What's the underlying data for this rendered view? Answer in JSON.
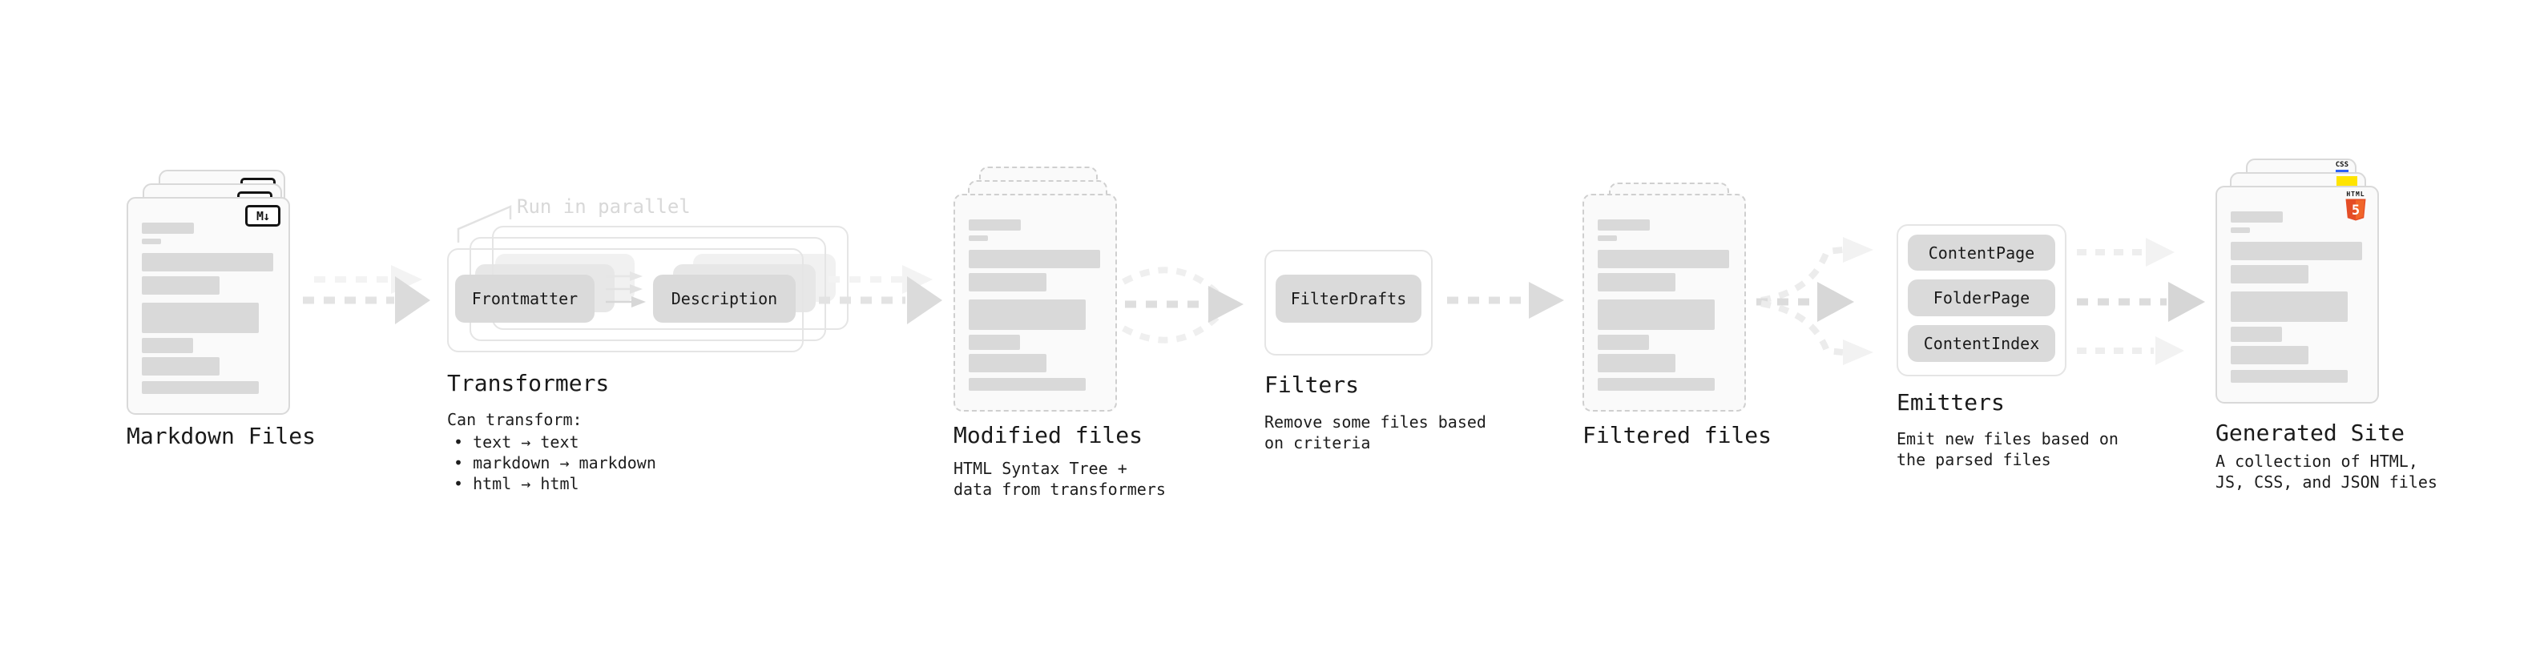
{
  "stages": {
    "markdown": {
      "label": "Markdown Files",
      "badge": "M↓"
    },
    "transformers": {
      "note": "Run in parallel",
      "chips": [
        "Frontmatter",
        "Description"
      ],
      "label": "Transformers",
      "intro": "Can transform:",
      "bullets": [
        "• text → text",
        "• markdown → markdown",
        "• html → html"
      ]
    },
    "modified": {
      "label": "Modified files",
      "desc": [
        "HTML Syntax Tree +",
        "data from transformers"
      ]
    },
    "filters": {
      "chips": [
        "FilterDrafts"
      ],
      "label": "Filters",
      "desc": [
        "Remove some files based",
        "on criteria"
      ]
    },
    "filtered": {
      "label": "Filtered files"
    },
    "emitters": {
      "chips": [
        "ContentPage",
        "FolderPage",
        "ContentIndex"
      ],
      "label": "Emitters",
      "desc": [
        "Emit new files based on",
        "the parsed files"
      ]
    },
    "generated": {
      "label": "Generated Site",
      "desc": [
        "A collection of HTML,",
        "JS, CSS, and JSON files"
      ],
      "badges": {
        "html_text": "HTML",
        "html_number": "5",
        "css": "CSS"
      }
    }
  },
  "colors": {
    "text_dark": "#1a1a1a",
    "placeholder_gray": "#d9d9d9",
    "chip_gray": "#dadada",
    "arrow_gray": "#dedede",
    "faint_gray": "#f2f2f2",
    "note_gray": "#d8d8d8",
    "html5_orange": "#e44d26",
    "js_yellow": "#ffe400",
    "css_blue": "#2b5ff6"
  }
}
